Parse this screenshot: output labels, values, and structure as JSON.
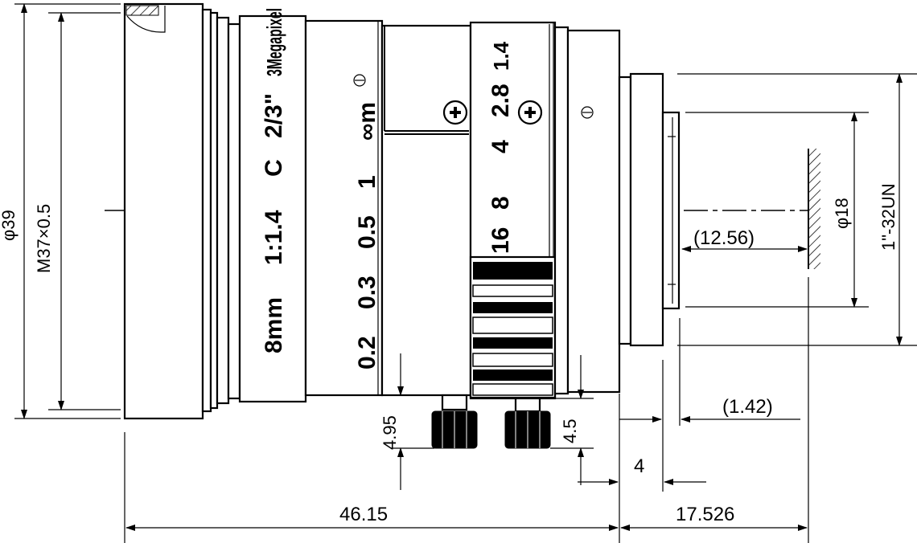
{
  "dimensions": {
    "d39": "φ39",
    "m37": "M37×0.5",
    "d18": "φ18",
    "thread": "1\"-32UN",
    "flange_back": "(12.56)",
    "mount_offset": "(1.42)",
    "screw_h1": "4.95",
    "screw_h2": "4.5",
    "flange_gap": "4",
    "body_length": "46.15",
    "rear_length": "17.526"
  },
  "focal_ring": {
    "focal": "8mm",
    "ratio": "1:1.4",
    "mount": "C",
    "format": "2/3\"",
    "megapixel": "3Megapixel"
  },
  "focus_scale": [
    "0.2",
    "0.3",
    "0.5",
    "1",
    "∞m"
  ],
  "iris_scale": [
    "16",
    "8",
    "4",
    "2.8",
    "1.4"
  ]
}
